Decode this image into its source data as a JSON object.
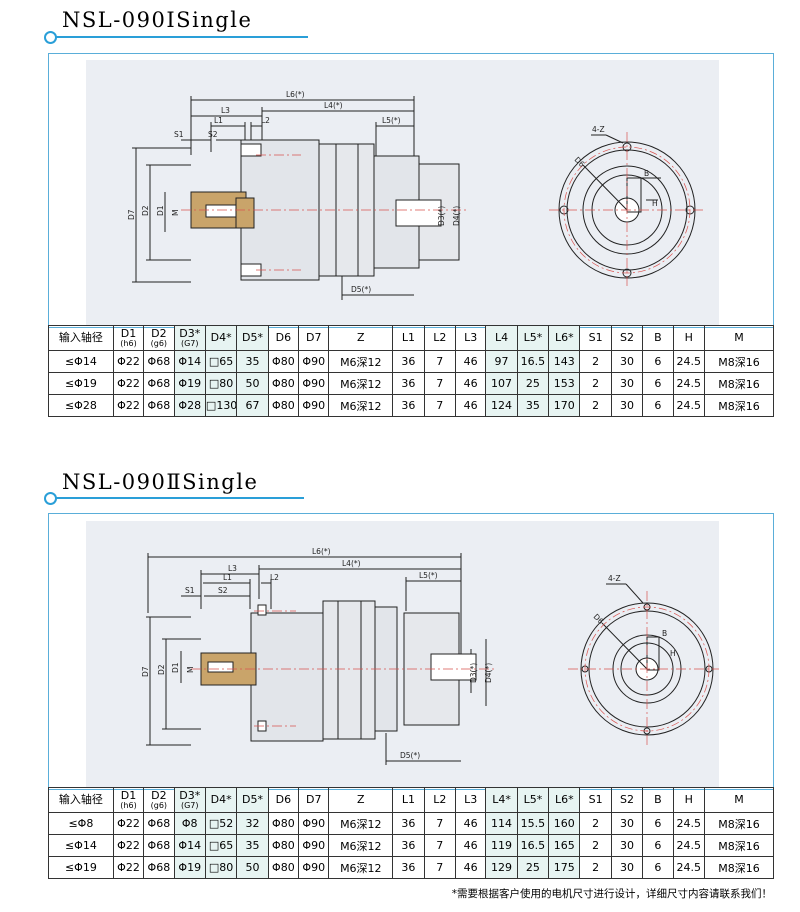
{
  "sections": [
    {
      "title": "NSL-090ⅠSingle",
      "drawing_labels": {
        "L6": "L6(*)",
        "L4": "L4(*)",
        "L3": "L3",
        "L1": "L1",
        "L2": "L2",
        "L5": "L5(*)",
        "S1": "S1",
        "S2": "S2",
        "D7": "D7",
        "D2": "D2",
        "D1": "D1",
        "M": "M",
        "D3": "D3(*)",
        "D4": "D4(*)",
        "D5": "D5(*)",
        "D6": "D6",
        "B": "B",
        "H": "H",
        "Z": "4-Z"
      },
      "table": {
        "headers": [
          {
            "main": "输入轴径",
            "sub": ""
          },
          {
            "main": "D1",
            "sub": "(h6)"
          },
          {
            "main": "D2",
            "sub": "(g6)"
          },
          {
            "main": "D3*",
            "sub": "(G7)"
          },
          {
            "main": "D4*",
            "sub": ""
          },
          {
            "main": "D5*",
            "sub": ""
          },
          {
            "main": "D6",
            "sub": ""
          },
          {
            "main": "D7",
            "sub": ""
          },
          {
            "main": "Z",
            "sub": ""
          },
          {
            "main": "L1",
            "sub": ""
          },
          {
            "main": "L2",
            "sub": ""
          },
          {
            "main": "L3",
            "sub": ""
          },
          {
            "main": "L4",
            "sub": ""
          },
          {
            "main": "L5*",
            "sub": ""
          },
          {
            "main": "L6*",
            "sub": ""
          },
          {
            "main": "S1",
            "sub": ""
          },
          {
            "main": "S2",
            "sub": ""
          },
          {
            "main": "B",
            "sub": ""
          },
          {
            "main": "H",
            "sub": ""
          },
          {
            "main": "M",
            "sub": ""
          }
        ],
        "rows": [
          [
            "≤Φ14",
            "Φ22",
            "Φ68",
            "Φ14",
            "□65",
            "35",
            "Φ80",
            "Φ90",
            "M6深12",
            "36",
            "7",
            "46",
            "97",
            "16.5",
            "143",
            "2",
            "30",
            "6",
            "24.5",
            "M8深16"
          ],
          [
            "≤Φ19",
            "Φ22",
            "Φ68",
            "Φ19",
            "□80",
            "50",
            "Φ80",
            "Φ90",
            "M6深12",
            "36",
            "7",
            "46",
            "107",
            "25",
            "153",
            "2",
            "30",
            "6",
            "24.5",
            "M8深16"
          ],
          [
            "≤Φ28",
            "Φ22",
            "Φ68",
            "Φ28",
            "□130",
            "67",
            "Φ80",
            "Φ90",
            "M6深12",
            "36",
            "7",
            "46",
            "124",
            "35",
            "170",
            "2",
            "30",
            "6",
            "24.5",
            "M8深16"
          ]
        ]
      }
    },
    {
      "title": "NSL-090ⅡSingle",
      "drawing_labels": {
        "L6": "L6(*)",
        "L4": "L4(*)",
        "L3": "L3",
        "L1": "L1",
        "L2": "L2",
        "L5": "L5(*)",
        "S1": "S1",
        "S2": "S2",
        "D7": "D7",
        "D2": "D2",
        "D1": "D1",
        "M": "M",
        "D3": "D3(*)",
        "D4": "D4(*)",
        "D5": "D5(*)",
        "D6": "D6",
        "B": "B",
        "H": "H",
        "Z": "4-Z"
      },
      "table": {
        "headers": [
          {
            "main": "输入轴径",
            "sub": ""
          },
          {
            "main": "D1",
            "sub": "(h6)"
          },
          {
            "main": "D2",
            "sub": "(g6)"
          },
          {
            "main": "D3*",
            "sub": "(G7)"
          },
          {
            "main": "D4*",
            "sub": ""
          },
          {
            "main": "D5*",
            "sub": ""
          },
          {
            "main": "D6",
            "sub": ""
          },
          {
            "main": "D7",
            "sub": ""
          },
          {
            "main": "Z",
            "sub": ""
          },
          {
            "main": "L1",
            "sub": ""
          },
          {
            "main": "L2",
            "sub": ""
          },
          {
            "main": "L3",
            "sub": ""
          },
          {
            "main": "L4*",
            "sub": ""
          },
          {
            "main": "L5*",
            "sub": ""
          },
          {
            "main": "L6*",
            "sub": ""
          },
          {
            "main": "S1",
            "sub": ""
          },
          {
            "main": "S2",
            "sub": ""
          },
          {
            "main": "B",
            "sub": ""
          },
          {
            "main": "H",
            "sub": ""
          },
          {
            "main": "M",
            "sub": ""
          }
        ],
        "rows": [
          [
            "≤Φ8",
            "Φ22",
            "Φ68",
            "Φ8",
            "□52",
            "32",
            "Φ80",
            "Φ90",
            "M6深12",
            "36",
            "7",
            "46",
            "114",
            "15.5",
            "160",
            "2",
            "30",
            "6",
            "24.5",
            "M8深16"
          ],
          [
            "≤Φ14",
            "Φ22",
            "Φ68",
            "Φ14",
            "□65",
            "35",
            "Φ80",
            "Φ90",
            "M6深12",
            "36",
            "7",
            "46",
            "119",
            "16.5",
            "165",
            "2",
            "30",
            "6",
            "24.5",
            "M8深16"
          ],
          [
            "≤Φ19",
            "Φ22",
            "Φ68",
            "Φ19",
            "□80",
            "50",
            "Φ80",
            "Φ90",
            "M6深12",
            "36",
            "7",
            "46",
            "129",
            "25",
            "175",
            "2",
            "30",
            "6",
            "24.5",
            "M8深16"
          ]
        ]
      }
    }
  ],
  "footnote": "*需要根据客户使用的电机尺寸进行设计，详细尺寸内容请联系我们！",
  "colors": {
    "accent": "#2a9fd8",
    "table_highlight": "#e7f4f2",
    "drawing_bg": "#ebeef3",
    "centerline": "#d9534f"
  }
}
